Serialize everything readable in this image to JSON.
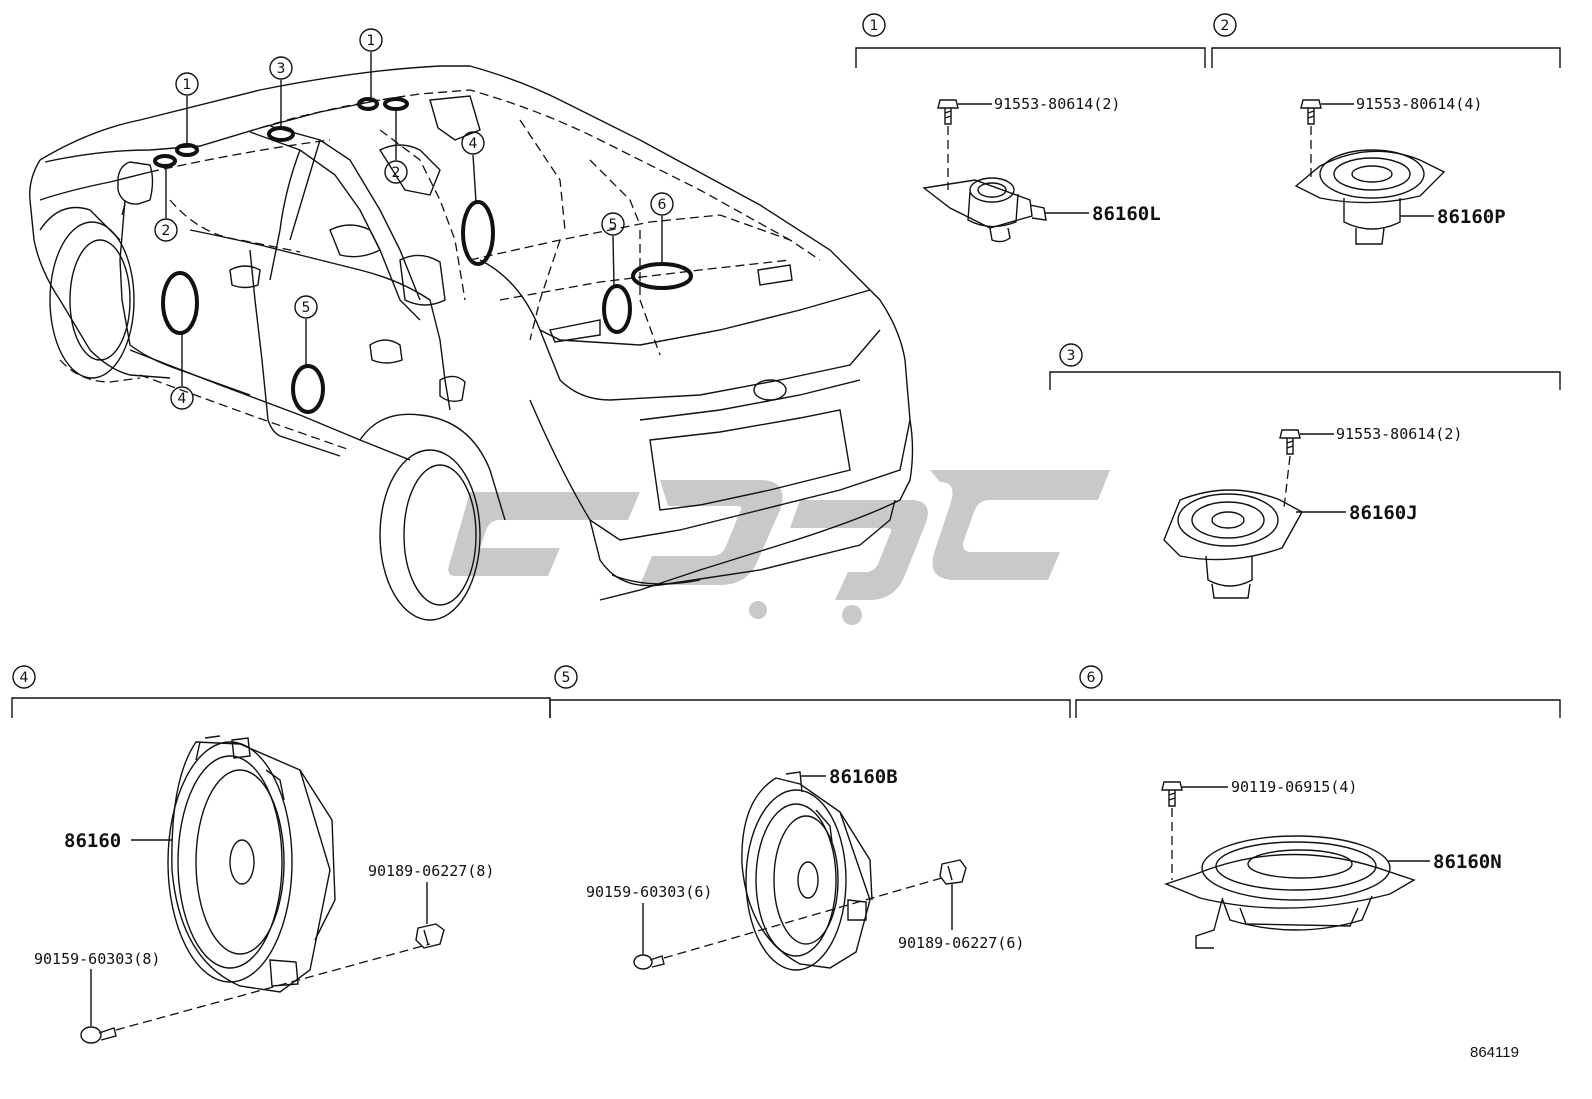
{
  "diagram": {
    "reference_number": "864119",
    "car_callouts": [
      {
        "number": "1",
        "key": "c1a"
      },
      {
        "number": "1",
        "key": "c1b"
      },
      {
        "number": "3",
        "key": "c3"
      },
      {
        "number": "2",
        "key": "c2a"
      },
      {
        "number": "2",
        "key": "c2b"
      },
      {
        "number": "4",
        "key": "c4a"
      },
      {
        "number": "4",
        "key": "c4b"
      },
      {
        "number": "5",
        "key": "c5a"
      },
      {
        "number": "5",
        "key": "c5b"
      },
      {
        "number": "6",
        "key": "c6"
      }
    ],
    "groups": [
      {
        "number": "1",
        "part": "86160L",
        "bolt": "91553-80614(2)"
      },
      {
        "number": "2",
        "part": "86160P",
        "bolt": "91553-80614(4)"
      },
      {
        "number": "3",
        "part": "86160J",
        "bolt": "91553-80614(2)"
      },
      {
        "number": "4",
        "part": "86160",
        "screw": "90159-60303(8)",
        "nut": "90189-06227(8)"
      },
      {
        "number": "5",
        "part": "86160B",
        "screw": "90159-60303(6)",
        "nut": "90189-06227(6)"
      },
      {
        "number": "6",
        "part": "86160N",
        "bolt": "90119-06915(4)"
      }
    ],
    "colors": {
      "line": "#111111",
      "watermark": "#c9c9c9",
      "background": "#ffffff"
    }
  }
}
